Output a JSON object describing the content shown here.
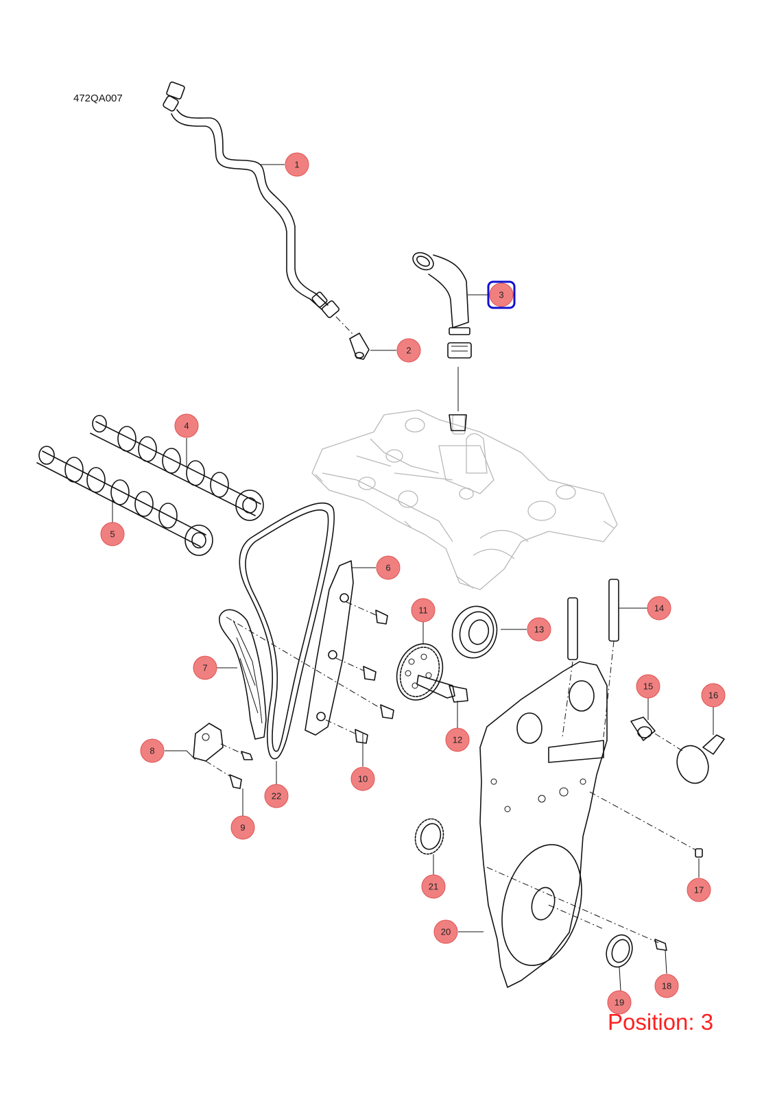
{
  "diagram": {
    "code": "472QA007",
    "position_label": "Position: 3",
    "callout_fill": "#f08080",
    "callout_stroke": "#e05050",
    "selected_stroke": "#1010d0",
    "callouts": [
      {
        "num": "1"
      },
      {
        "num": "2"
      },
      {
        "num": "3",
        "selected": true
      },
      {
        "num": "4"
      },
      {
        "num": "5"
      },
      {
        "num": "6"
      },
      {
        "num": "7"
      },
      {
        "num": "8"
      },
      {
        "num": "9"
      },
      {
        "num": "10"
      },
      {
        "num": "11"
      },
      {
        "num": "12"
      },
      {
        "num": "13"
      },
      {
        "num": "14"
      },
      {
        "num": "15"
      },
      {
        "num": "16"
      },
      {
        "num": "17"
      },
      {
        "num": "18"
      },
      {
        "num": "19"
      },
      {
        "num": "20"
      },
      {
        "num": "21"
      },
      {
        "num": "22"
      }
    ]
  }
}
